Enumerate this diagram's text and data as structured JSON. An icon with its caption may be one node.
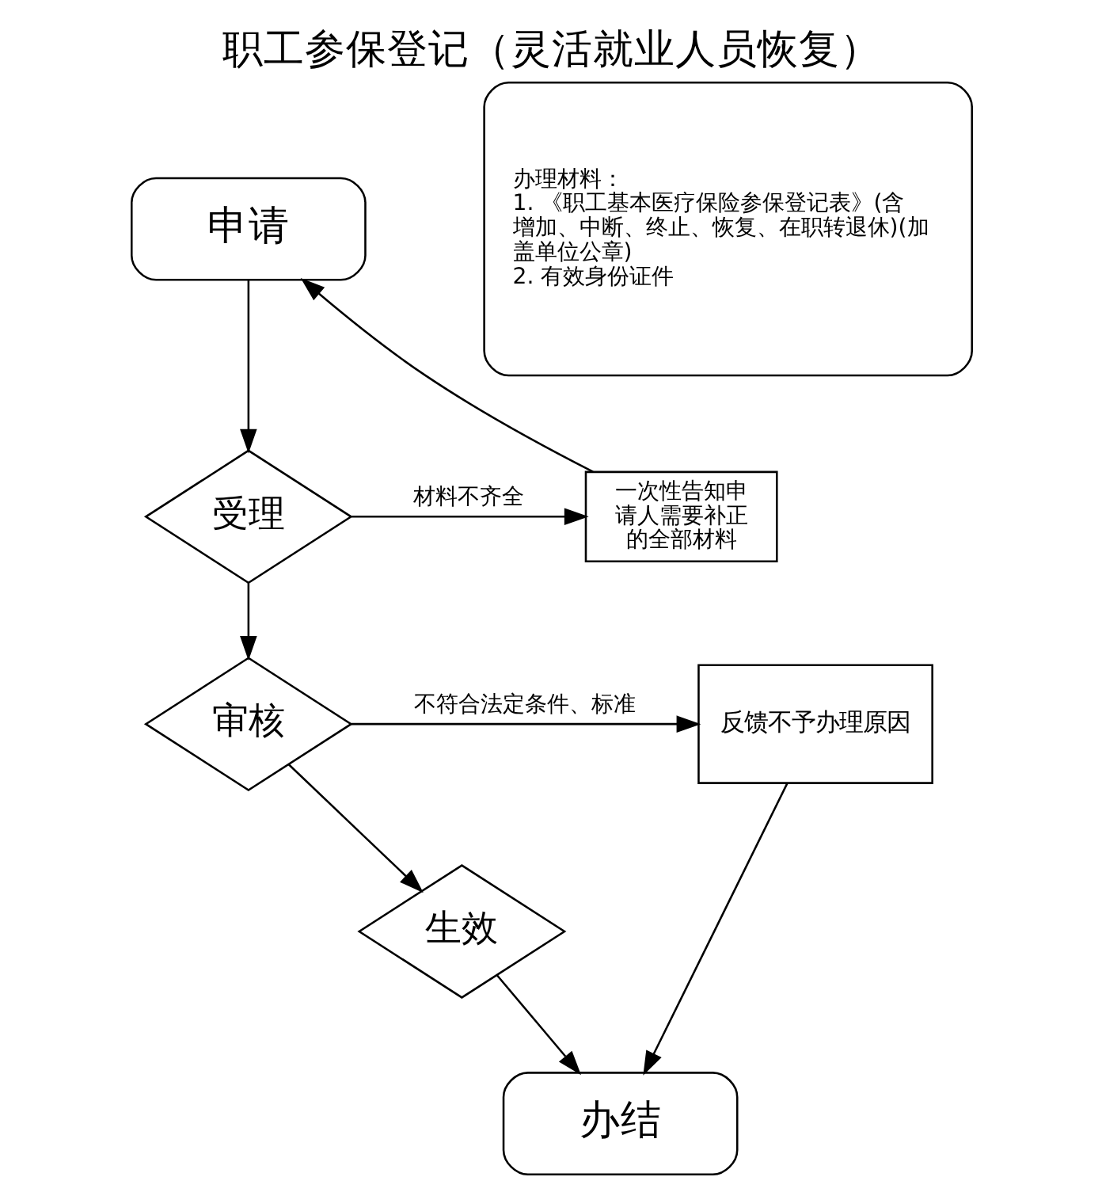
{
  "diagram": {
    "title": "职工参保登记（灵活就业人员恢复）",
    "nodes": [
      {
        "text": [
          "申请"
        ]
      },
      {
        "text": [
          "受理"
        ]
      },
      {
        "text": [
          "一次性告知申请人需要补正的全部材料"
        ]
      },
      {
        "text": [
          "审核"
        ]
      },
      {
        "text": [
          "反馈不予办理原因"
        ]
      },
      {
        "text": [
          "生效"
        ]
      },
      {
        "text": [
          "办结"
        ]
      },
      {
        "text": [
          "办理材料：",
          "1. 《职工基本医疗保险参保登记表》(含增加、中断、终止、恢复、在职转退休)(加盖单位公章)",
          "2. 有效身份证件"
        ]
      }
    ],
    "edges": [
      {
        "from": 0,
        "to": 1,
        "arrow": "to"
      },
      {
        "from": 1,
        "to": 2,
        "arrow": "to",
        "label": "材料不齐全"
      },
      {
        "from": 2,
        "to": 0,
        "arrow": "to"
      },
      {
        "from": 1,
        "to": 3,
        "arrow": "to"
      },
      {
        "from": 3,
        "to": 4,
        "arrow": "to",
        "label": "不符合法定条件、标准"
      },
      {
        "from": 3,
        "to": 5,
        "arrow": "to"
      },
      {
        "from": 5,
        "to": 6,
        "arrow": "to"
      },
      {
        "from": 4,
        "to": 6,
        "arrow": "to"
      }
    ]
  }
}
